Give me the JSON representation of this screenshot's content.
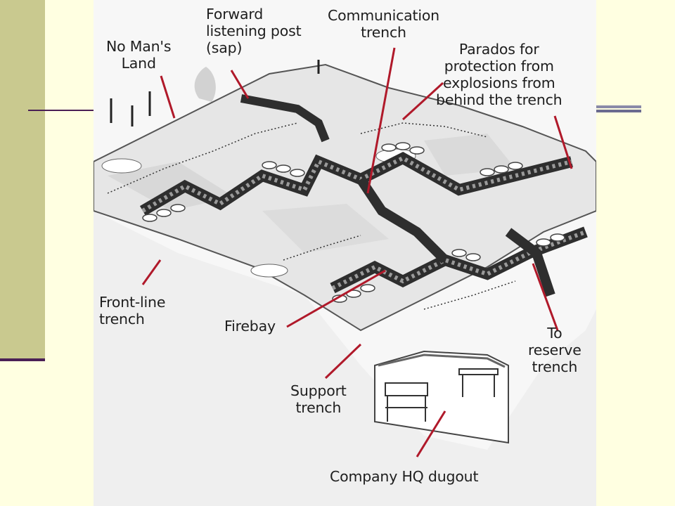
{
  "colors": {
    "background": "#FFFFE1",
    "side_band": "#C9C98F",
    "rule": "#4A1F55",
    "pointer": "#B0192A",
    "ground": "#E8E8E8",
    "ink": "#333333"
  },
  "labels": {
    "no_mans_land": [
      "No Man's",
      "Land"
    ],
    "forward_post": [
      "Forward",
      "listening post",
      "(sap)"
    ],
    "communication": [
      "Communication",
      "trench"
    ],
    "parados": [
      "Parados for",
      "protection from",
      "explosions from",
      "behind the trench"
    ],
    "front_line": [
      "Front-line",
      "trench"
    ],
    "firebay": "Firebay",
    "support": [
      "Support",
      "trench"
    ],
    "reserve": [
      "To",
      "reserve",
      "trench"
    ],
    "hq": "Company HQ dugout"
  }
}
